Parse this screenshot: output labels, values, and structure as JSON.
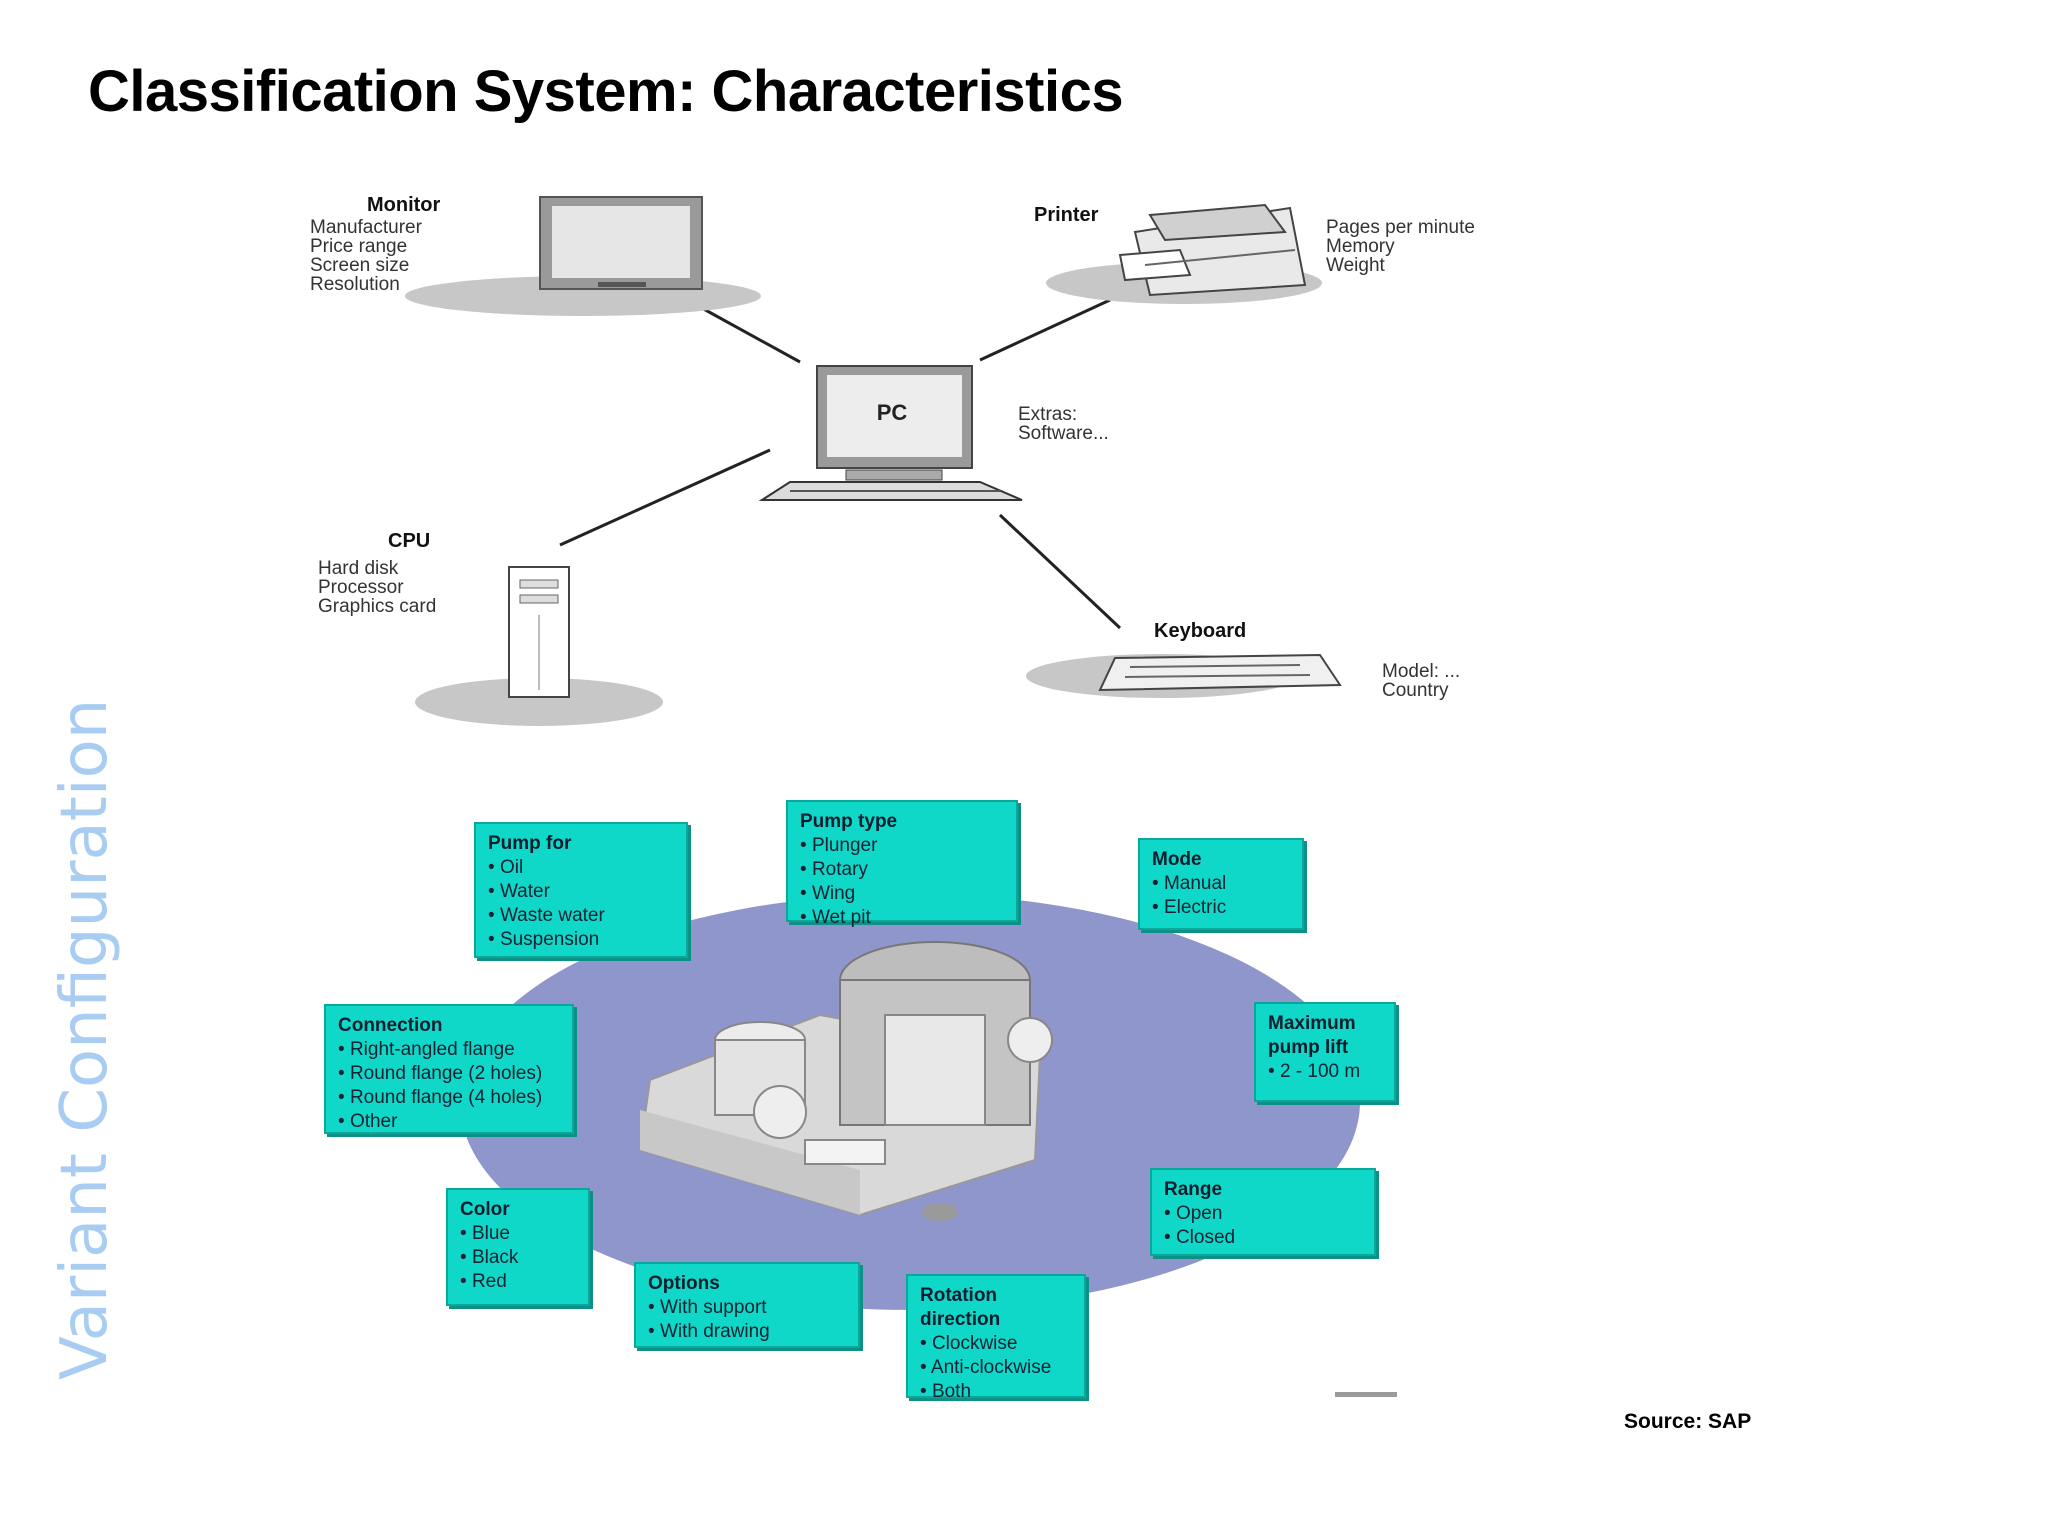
{
  "title": "Classification System: Characteristics",
  "side_title": "Variant Configuration",
  "source": "Source: SAP",
  "pc_diagram": {
    "pc": {
      "screen_label": "PC",
      "features": [
        "Extras:",
        "Software..."
      ]
    },
    "monitor": {
      "name": "Monitor",
      "features": [
        "Manufacturer",
        "Price range",
        "Screen size",
        "Resolution"
      ]
    },
    "printer": {
      "name": "Printer",
      "features": [
        "Pages per minute",
        "Memory",
        "Weight"
      ]
    },
    "cpu": {
      "name": "CPU",
      "features": [
        "Hard disk",
        "Processor",
        "Graphics card"
      ]
    },
    "keyboard": {
      "name": "Keyboard",
      "features": [
        "Model: ...",
        "Country"
      ]
    }
  },
  "pump_diagram": {
    "boxes": {
      "pump_type": {
        "title": "Pump type",
        "items": [
          "Plunger",
          "Rotary",
          "Wing",
          "Wet pit"
        ]
      },
      "pump_for": {
        "title": "Pump for",
        "items": [
          "Oil",
          "Water",
          "Waste water",
          "Suspension"
        ]
      },
      "mode": {
        "title": "Mode",
        "items": [
          "Manual",
          "Electric"
        ]
      },
      "connection": {
        "title": "Connection",
        "items": [
          "Right-angled flange",
          "Round flange (2 holes)",
          "Round flange (4 holes)",
          "Other"
        ]
      },
      "max_lift": {
        "title": "Maximum pump lift",
        "items": [
          "2 - 100 m"
        ]
      },
      "range": {
        "title": "Range",
        "items": [
          "Open",
          "Closed"
        ]
      },
      "color": {
        "title": "Color",
        "items": [
          "Blue",
          "Black",
          "Red"
        ]
      },
      "options": {
        "title": "Options",
        "items": [
          "With support",
          "With drawing"
        ]
      },
      "rotation": {
        "title": "Rotation direction",
        "items": [
          "Clockwise",
          "Anti-clockwise",
          "Both"
        ]
      }
    }
  },
  "colors": {
    "box_fill": "#10d8c9",
    "ellipse_fill": "#8f96cb",
    "side_title": "#a9cdf2"
  }
}
